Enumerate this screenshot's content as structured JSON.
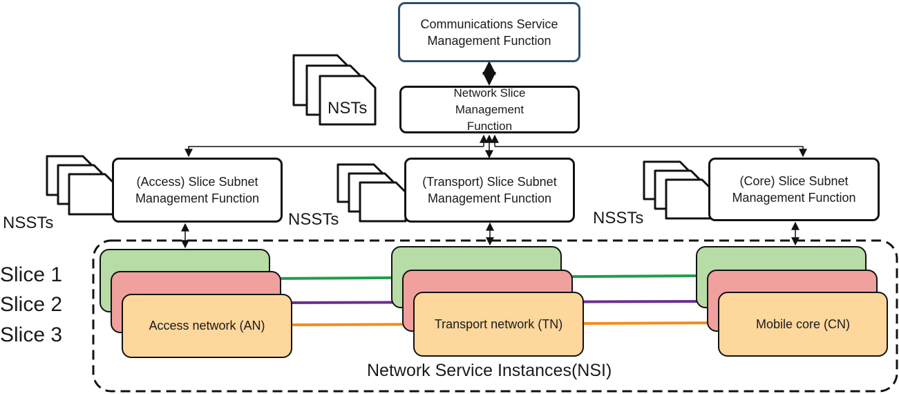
{
  "colors": {
    "slice_1": "#b7dca6",
    "slice_2": "#f0a09d",
    "slice_3": "#fdd79c",
    "link_slice_1": "#1f9e48",
    "link_slice_2": "#6b2f8f",
    "link_slice_3": "#f58a1f",
    "csmf_border": "#2b4f6e"
  },
  "csmf": {
    "label": "Communications Service Management Function"
  },
  "nsmf": {
    "label": "Network Slice Management Function"
  },
  "nsts_label": "NSTs",
  "subnets": {
    "access": {
      "label": "(Access) Slice Subnet Management Function",
      "docs_label": "NSSTs"
    },
    "transport": {
      "label": "(Transport) Slice Subnet Management Function",
      "docs_label": "NSSTs"
    },
    "core": {
      "label": "(Core) Slice Subnet Management Function",
      "docs_label": "NSSTs"
    }
  },
  "slices": [
    "Slice 1",
    "Slice 2",
    "Slice 3"
  ],
  "networks": {
    "access": "Access network (AN)",
    "transport": "Transport network (TN)",
    "core": "Mobile core (CN)"
  },
  "nsi_label": "Network Service Instances(NSI)"
}
